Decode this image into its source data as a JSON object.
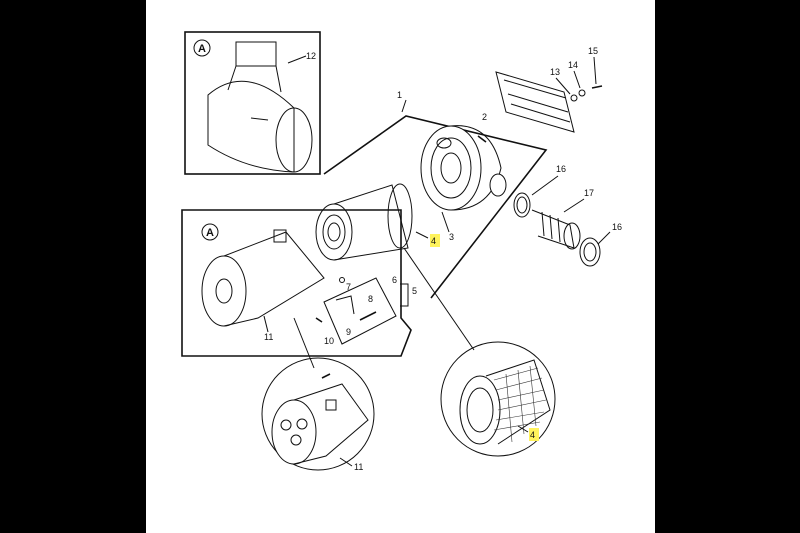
{
  "diagram": {
    "detail_marker": "A",
    "parts": {
      "p1": "1",
      "p2": "2",
      "p3": "3",
      "p4": "4",
      "p5": "5",
      "p6": "6",
      "p7": "7",
      "p8": "8",
      "p9": "9",
      "p10": "10",
      "p11": "11",
      "p12": "12",
      "p13": "13",
      "p14": "14",
      "p15": "15",
      "p16": "16",
      "p17": "17"
    },
    "highlight_color": "#fff35c"
  }
}
